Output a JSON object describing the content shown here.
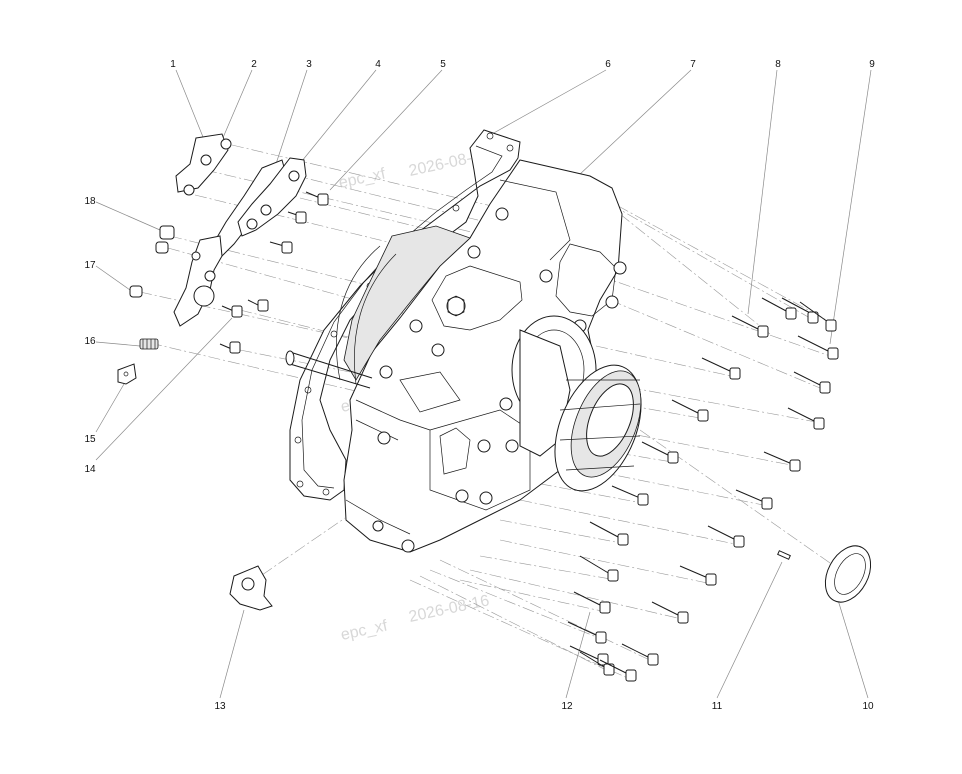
{
  "diagram": {
    "callouts": [
      {
        "id": "c1",
        "label": "1"
      },
      {
        "id": "c2",
        "label": "2"
      },
      {
        "id": "c3",
        "label": "3"
      },
      {
        "id": "c4",
        "label": "4"
      },
      {
        "id": "c5",
        "label": "5"
      },
      {
        "id": "c6",
        "label": "6"
      },
      {
        "id": "c7",
        "label": "7"
      },
      {
        "id": "c8",
        "label": "8"
      },
      {
        "id": "c9",
        "label": "9"
      },
      {
        "id": "c10",
        "label": "10"
      },
      {
        "id": "c11",
        "label": "11"
      },
      {
        "id": "c12",
        "label": "12"
      },
      {
        "id": "c13",
        "label": "13"
      },
      {
        "id": "c14",
        "label": "14"
      },
      {
        "id": "c15",
        "label": "15"
      },
      {
        "id": "c16",
        "label": "16"
      },
      {
        "id": "c17",
        "label": "17"
      },
      {
        "id": "c18",
        "label": "18"
      }
    ],
    "watermark": {
      "prefix": "epc_xf",
      "date": "2026-08-16"
    }
  }
}
